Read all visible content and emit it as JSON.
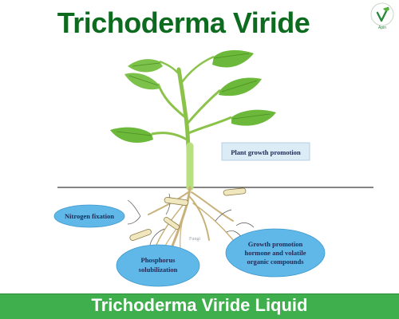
{
  "title": "Trichoderma Viride",
  "logo": {
    "text": "Apin"
  },
  "diagram": {
    "labels": {
      "plant_growth": "Plant growth promotion",
      "nitrogen": "Nitrogen fixation",
      "phosphorus_line1": "Phosphorus",
      "phosphorus_line2": "solubilization",
      "growth_line1": "Growth promotion",
      "growth_line2": "hormone and volatile",
      "growth_line3": "organic compounds",
      "fungi": "Fungi"
    }
  },
  "footer": {
    "text": "Trichoderma Viride Liquid"
  },
  "colors": {
    "title": "#0d6b1f",
    "footer_bg": "#3fae4c",
    "bubble": "#5fb8e8",
    "label_box": "#dcecf7",
    "leaf": "#67b53a",
    "stem": "#7fc24a"
  }
}
